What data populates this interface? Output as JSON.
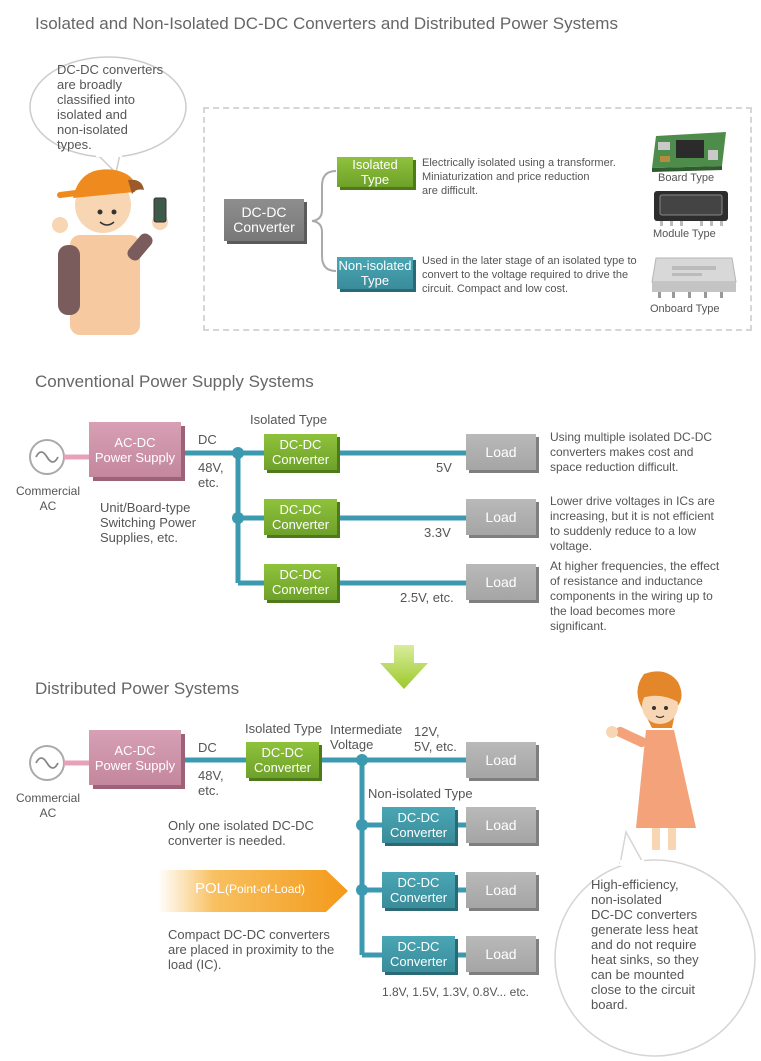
{
  "section1": {
    "title": "Isolated and Non-Isolated DC-DC Converters and Distributed Power Systems",
    "speech": "DC-DC converters\nare broadly\nclassified into\nisolated and\nnon-isolated\ntypes.",
    "root_label": "DC-DC\nConverter",
    "isolated_label": "Isolated Type",
    "isolated_desc": "Electrically isolated using a transformer.\nMiniaturization and price reduction\nare difficult.",
    "nonisolated_label": "Non-isolated\nType",
    "nonisolated_desc": "Used in the later stage of an isolated type to\nconvert to the voltage required to drive the\ncircuit. Compact and low cost.",
    "product_board": "Board Type",
    "product_module": "Module Type",
    "product_onboard": "Onboard Type"
  },
  "section2": {
    "title": "Conventional Power Supply Systems",
    "commercial_ac": "Commercial\nAC",
    "acdc_label": "AC-DC\nPower Supply",
    "dc_label": "DC",
    "voltage_in": "48V,\netc.",
    "isolated_type_label": "Isolated Type",
    "unit_note": "Unit/Board-type\nSwitching Power\nSupplies, etc.",
    "converter_label": "DC-DC\nConverter",
    "load_label": "Load",
    "rows": [
      {
        "voltage": "5V",
        "note": "Using multiple isolated DC-DC\nconverters makes cost and\nspace reduction difficult."
      },
      {
        "voltage": "3.3V",
        "note": "Lower drive voltages in ICs are\nincreasing, but it is not efficient\nto suddenly reduce to a low\nvoltage."
      },
      {
        "voltage": "2.5V, etc.",
        "note": "At higher frequencies, the effect\nof resistance and inductance\ncomponents in the wiring up to\nthe load becomes more\nsignificant."
      }
    ]
  },
  "section3": {
    "title": "Distributed Power Systems",
    "commercial_ac": "Commercial\nAC",
    "acdc_label": "AC-DC\nPower Supply",
    "dc_label": "DC",
    "voltage_in": "48V,\netc.",
    "isolated_type_label": "Isolated Type",
    "intermediate_label": "Intermediate\nVoltage",
    "main_voltage": "12V,\n5V, etc.",
    "nonisolated_type_label": "Non-isolated Type",
    "converter_label": "DC-DC\nConverter",
    "load_label": "Load",
    "only_one_note": "Only one isolated DC-DC\nconverter is needed.",
    "pol_main": "POL",
    "pol_sub": "(Point-of-Load)",
    "compact_note": "Compact DC-DC converters\nare placed in proximity to the\nload (IC).",
    "pol_voltages": "1.8V, 1.5V, 1.3V, 0.8V... etc.",
    "speech": "High-efficiency,\nnon-isolated\nDC-DC converters\ngenerate less heat\nand do not require\nheat sinks, so they\ncan be mounted\nclose to the circuit\nboard."
  },
  "colors": {
    "green": "#7fb232",
    "teal": "#3f97a5",
    "grey": "#aaaaaa",
    "pink": "#cf94a9",
    "wire": "#3c9ab0",
    "arrow": "#a8cf2e",
    "pol": "#f5a01e"
  }
}
